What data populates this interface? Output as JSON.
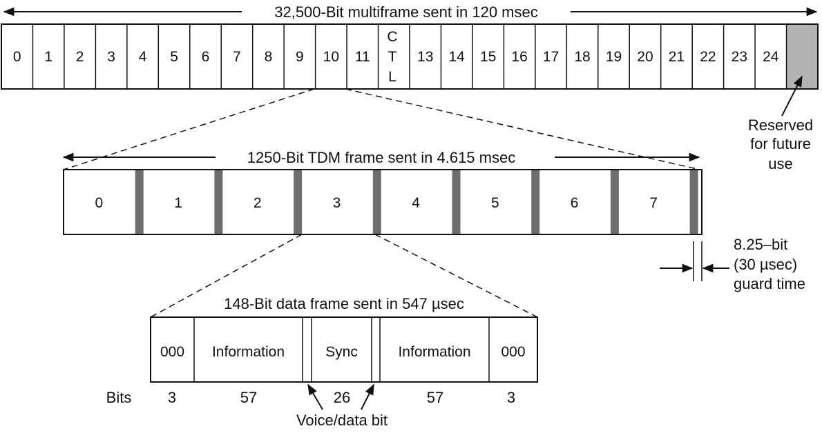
{
  "multiframe": {
    "title": "32,500-Bit multiframe sent in 120 msec",
    "slots": [
      "0",
      "1",
      "2",
      "3",
      "4",
      "5",
      "6",
      "7",
      "8",
      "9",
      "10",
      "11",
      "CTL",
      "13",
      "14",
      "15",
      "16",
      "17",
      "18",
      "19",
      "20",
      "21",
      "22",
      "23",
      "24"
    ],
    "ctl_letters": [
      "C",
      "T",
      "L"
    ],
    "reserved_label": [
      "Reserved",
      "for future",
      "use"
    ]
  },
  "tdm_frame": {
    "title": "1250-Bit TDM frame sent in 4.615 msec",
    "slots": [
      "0",
      "1",
      "2",
      "3",
      "4",
      "5",
      "6",
      "7"
    ],
    "guard_label": [
      "8.25–bit",
      "(30 µsec)",
      "guard time"
    ]
  },
  "data_frame": {
    "title": "148-Bit data frame sent in 547 µsec",
    "fields": [
      "000",
      "Information",
      "",
      "Sync",
      "",
      "Information",
      "000"
    ],
    "bits_heading": "Bits",
    "bits": [
      "3",
      "57",
      "26",
      "57",
      "3"
    ],
    "voice_data_label": "Voice/data bit"
  },
  "colors": {
    "reserved_fill": "#b3b3b3",
    "guard_fill": "#6e6e6e",
    "line": "#111111"
  }
}
